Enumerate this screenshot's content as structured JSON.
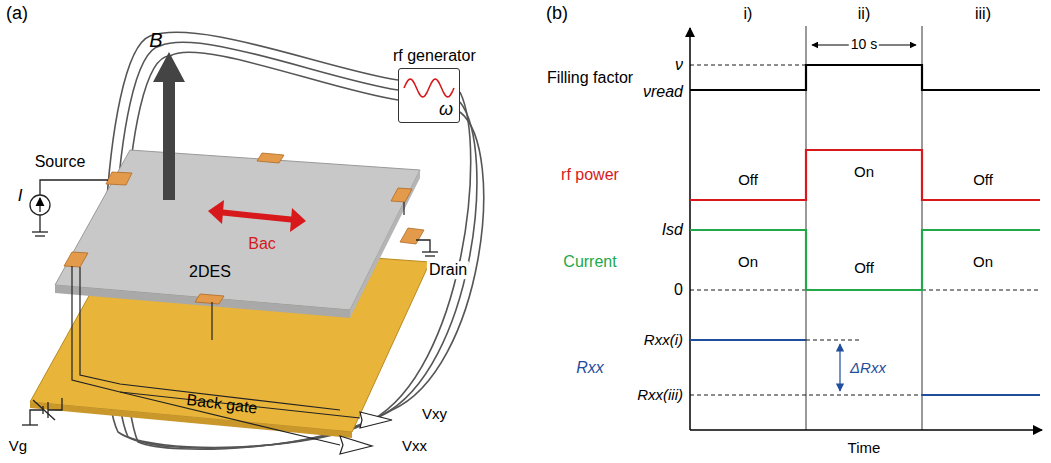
{
  "diagram": {
    "nodes": [
      {
        "text": [
          "rf generator",
          "ω"
        ]
      }
    ],
    "labels": [
      "(a)",
      "B",
      "I",
      "Source",
      "Bac",
      "2DES",
      "Drain",
      "Vg",
      "Back gate",
      "Vxy",
      "Vxx",
      "(b)",
      "i)",
      "ii)",
      "iii)",
      "10 s",
      "Filling factor",
      "ν",
      "νread",
      "rf power",
      "Off",
      "On",
      "Off",
      "Current",
      "Isd",
      "0",
      "On",
      "Off",
      "On",
      "Rxx",
      "Rxx(i)",
      "ΔRxx",
      "Rxx(iii)",
      "Time"
    ]
  }
}
